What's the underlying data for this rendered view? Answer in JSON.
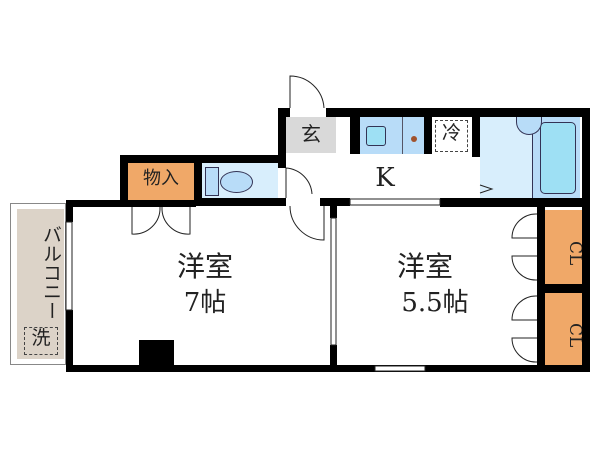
{
  "floorplan": {
    "colors": {
      "wall": "#000000",
      "storage": "#f0a868",
      "water_area": "#d8eefc",
      "fixture": "#b8dcf8",
      "fixture_inner": "#9ee0f4",
      "entrance": "#d9d9d9",
      "balcony": "#dcd3c8"
    },
    "rooms": {
      "western_room_1": {
        "name": "洋室",
        "size": "7帖"
      },
      "western_room_2": {
        "name": "洋室",
        "size": "5.5帖"
      },
      "kitchen": {
        "label": "K"
      },
      "entrance": {
        "label": "玄"
      },
      "storage": {
        "label": "物入"
      },
      "refrigerator": {
        "label": "冷"
      },
      "closet_1": {
        "label": "CL"
      },
      "closet_2": {
        "label": "CL"
      },
      "balcony": {
        "label": "バルコニー"
      },
      "washer": {
        "label": "洗"
      }
    }
  }
}
